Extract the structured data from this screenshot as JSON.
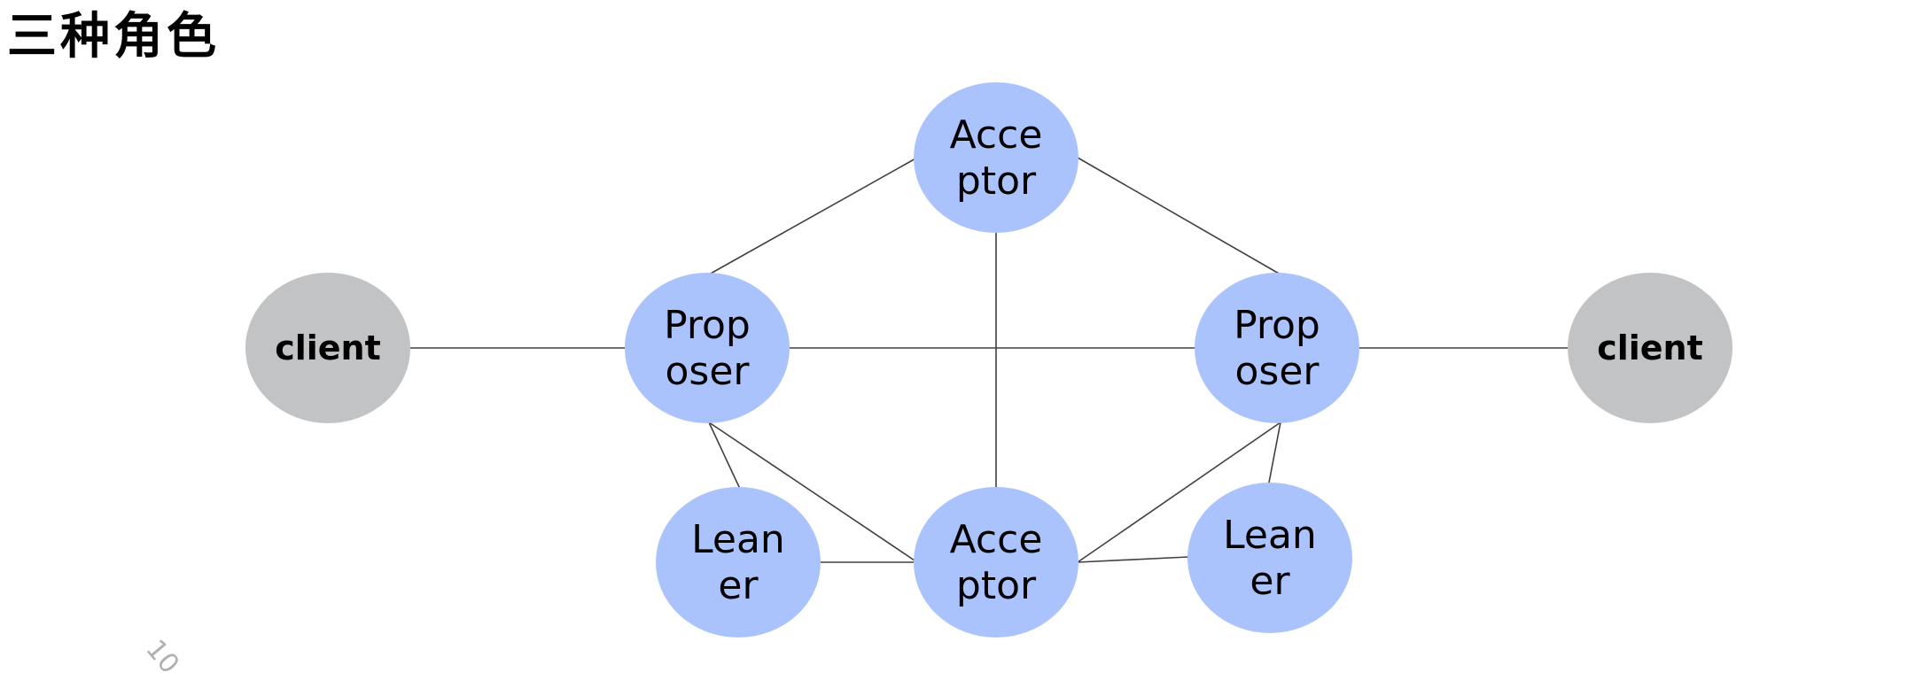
{
  "title": "三种角色",
  "page_number": "10",
  "colors": {
    "role_fill": "#abc3fd",
    "client_fill": "#c2c3c4",
    "edge": "#404040"
  },
  "nodes": [
    {
      "id": "acceptor-top",
      "role": "acceptor",
      "lines": [
        "Acce",
        "ptor"
      ]
    },
    {
      "id": "acceptor-bottom",
      "role": "acceptor",
      "lines": [
        "Acce",
        "ptor"
      ]
    },
    {
      "id": "proposer-left",
      "role": "proposer",
      "lines": [
        "Prop",
        "oser"
      ]
    },
    {
      "id": "proposer-right",
      "role": "proposer",
      "lines": [
        "Prop",
        "oser"
      ]
    },
    {
      "id": "learner-left",
      "role": "learner",
      "lines": [
        "Lean",
        "er"
      ]
    },
    {
      "id": "learner-right",
      "role": "learner",
      "lines": [
        "Lean",
        "er"
      ]
    },
    {
      "id": "client-left",
      "role": "client",
      "lines": [
        "client"
      ]
    },
    {
      "id": "client-right",
      "role": "client",
      "lines": [
        "client"
      ]
    }
  ],
  "edges": [
    [
      "client-left",
      "proposer-left"
    ],
    [
      "proposer-left",
      "proposer-right"
    ],
    [
      "proposer-right",
      "client-right"
    ],
    [
      "acceptor-top",
      "proposer-left"
    ],
    [
      "acceptor-top",
      "proposer-right"
    ],
    [
      "acceptor-top",
      "acceptor-bottom"
    ],
    [
      "proposer-left",
      "learner-left"
    ],
    [
      "proposer-left",
      "acceptor-bottom"
    ],
    [
      "proposer-right",
      "acceptor-bottom"
    ],
    [
      "proposer-right",
      "learner-right"
    ],
    [
      "learner-left",
      "acceptor-bottom"
    ],
    [
      "acceptor-bottom",
      "learner-right"
    ]
  ]
}
